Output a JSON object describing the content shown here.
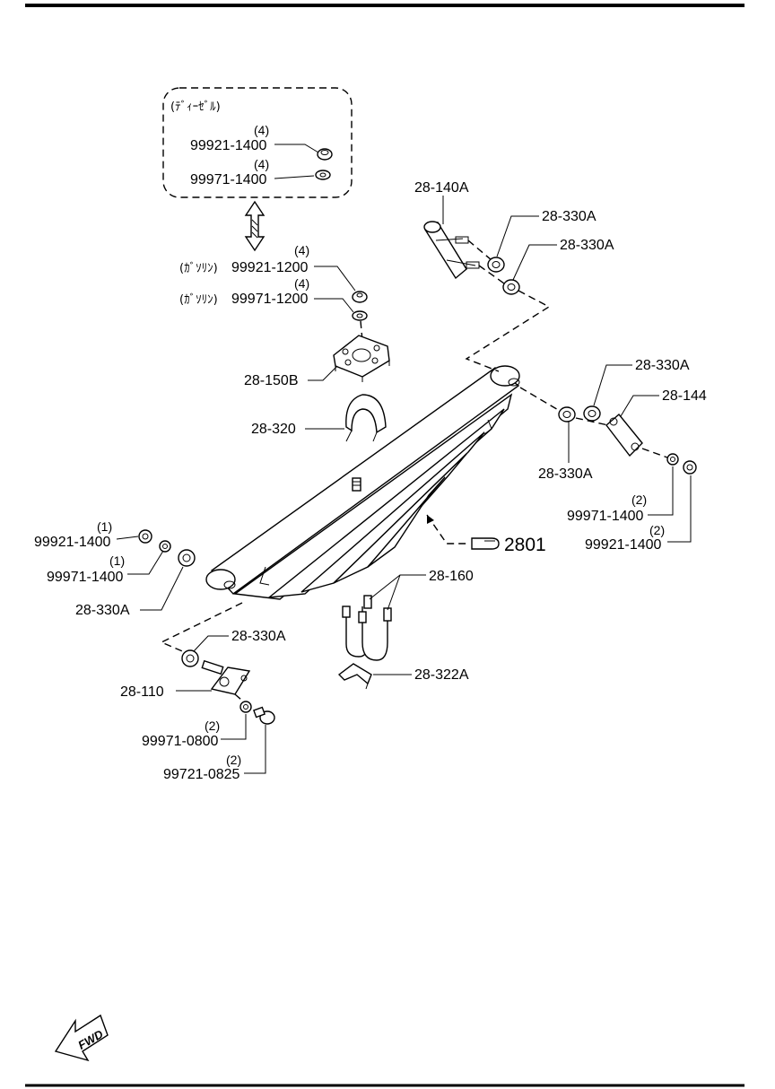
{
  "variant_box": {
    "title": "(ﾃﾞｨｰｾﾞﾙ)"
  },
  "gasoline_label": "(ｶﾞｿﾘﾝ)",
  "parts": {
    "p99921_1400_diesel": {
      "number": "99921-1400",
      "qty": "(4)"
    },
    "p99971_1400_diesel": {
      "number": "99971-1400",
      "qty": "(4)"
    },
    "p99921_1200": {
      "number": "99921-1200",
      "qty": "(4)"
    },
    "p99971_1200": {
      "number": "99971-1200",
      "qty": "(4)"
    },
    "p28_150b": {
      "number": "28-150B"
    },
    "p28_320": {
      "number": "28-320"
    },
    "p28_140a": {
      "number": "28-140A"
    },
    "p28_330a_1": {
      "number": "28-330A"
    },
    "p28_330a_2": {
      "number": "28-330A"
    },
    "p28_330a_3": {
      "number": "28-330A"
    },
    "p28_144": {
      "number": "28-144"
    },
    "p28_330a_4": {
      "number": "28-330A"
    },
    "p99971_1400_r": {
      "number": "99971-1400",
      "qty": "(2)"
    },
    "p99921_1400_r": {
      "number": "99921-1400",
      "qty": "(2)"
    },
    "p2801": {
      "number": "2801"
    },
    "p99921_1400_l": {
      "number": "99921-1400",
      "qty": "(1)"
    },
    "p99971_1400_l": {
      "number": "99971-1400",
      "qty": "(1)"
    },
    "p28_330a_5": {
      "number": "28-330A"
    },
    "p28_160": {
      "number": "28-160"
    },
    "p28_330a_6": {
      "number": "28-330A"
    },
    "p28_110": {
      "number": "28-110"
    },
    "p28_322a": {
      "number": "28-322A"
    },
    "p99971_0800": {
      "number": "99971-0800",
      "qty": "(2)"
    },
    "p99721_0825": {
      "number": "99721-0825",
      "qty": "(2)"
    }
  },
  "fwd_label": "FWD"
}
